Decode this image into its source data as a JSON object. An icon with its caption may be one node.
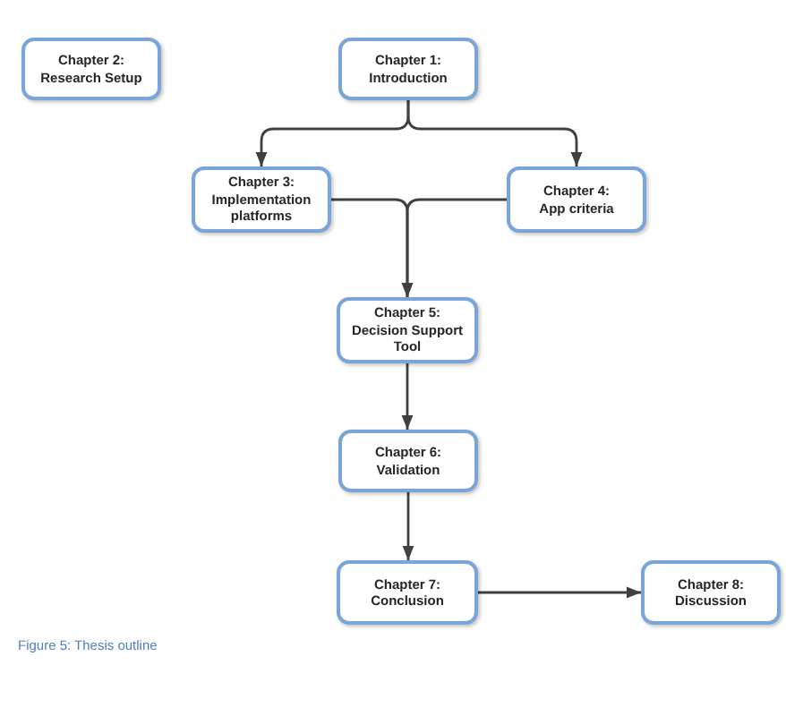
{
  "diagram": {
    "caption": "Figure 5: Thesis outline",
    "nodes": [
      {
        "text": [
          "Chapter 2:",
          "Research Setup"
        ]
      },
      {
        "text": [
          "Chapter 1:",
          "Introduction"
        ]
      },
      {
        "text": [
          "Chapter 3:",
          "Implementation platforms"
        ]
      },
      {
        "text": [
          "Chapter 4:",
          "App criteria"
        ]
      },
      {
        "text": [
          "Chapter 5:",
          "Decision Support Tool"
        ]
      },
      {
        "text": [
          "Chapter 6:",
          "Validation"
        ]
      },
      {
        "text": [
          "Chapter 7:",
          "Conclusion"
        ]
      },
      {
        "text": [
          "Chapter 8:",
          "Discussion"
        ]
      }
    ],
    "edges": [
      {
        "from": 1,
        "to": 2,
        "arrow": "to"
      },
      {
        "from": 1,
        "to": 3,
        "arrow": "to"
      },
      {
        "from": 2,
        "to": 4,
        "arrow": "to"
      },
      {
        "from": 3,
        "to": 4,
        "arrow": "to"
      },
      {
        "from": 4,
        "to": 5,
        "arrow": "to"
      },
      {
        "from": 5,
        "to": 6,
        "arrow": "to"
      },
      {
        "from": 6,
        "to": 7,
        "arrow": "to"
      }
    ]
  }
}
